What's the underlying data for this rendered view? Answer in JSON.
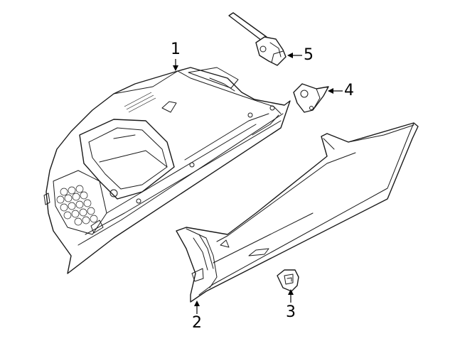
{
  "diagram": {
    "callouts": [
      {
        "id": "c1",
        "label": "1"
      },
      {
        "id": "c2",
        "label": "2"
      },
      {
        "id": "c3",
        "label": "3"
      },
      {
        "id": "c4",
        "label": "4"
      },
      {
        "id": "c5",
        "label": "5"
      }
    ],
    "colors": {
      "line": "#1a1a1a",
      "background": "#ffffff"
    }
  }
}
